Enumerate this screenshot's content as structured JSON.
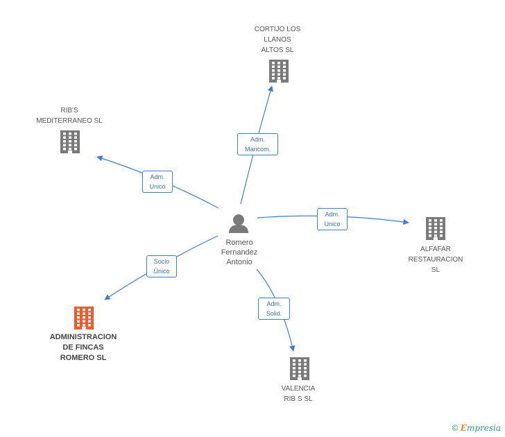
{
  "center": {
    "label": "Romero\nFernandez\nAntonio",
    "icon": "person-icon",
    "color": "#7a7a7a"
  },
  "companies": [
    {
      "id": "cortijo",
      "label": "CORTIJO LOS\nLLANOS\nALTOS SL",
      "icon": "building-icon",
      "color": "#7a7a7a",
      "highlight": false
    },
    {
      "id": "ribs",
      "label": "RIB'S\nMEDITERRANEO SL",
      "icon": "building-icon",
      "color": "#7a7a7a",
      "highlight": false
    },
    {
      "id": "alfafar",
      "label": "ALFAFAR\nRESTAURACION\nSL",
      "icon": "building-icon",
      "color": "#7a7a7a",
      "highlight": false
    },
    {
      "id": "admin",
      "label": "ADMINISTRACION\nDE FINCAS\nROMERO SL",
      "icon": "building-icon",
      "color": "#f05a28",
      "highlight": true
    },
    {
      "id": "valencia",
      "label": "VALENCIA\nRIB S SL",
      "icon": "building-icon",
      "color": "#7a7a7a",
      "highlight": false
    }
  ],
  "edges": [
    {
      "to": "cortijo",
      "label": "Adm.\nMancom."
    },
    {
      "to": "ribs",
      "label": "Adm.\nUnico"
    },
    {
      "to": "alfafar",
      "label": "Adm.\nUnico"
    },
    {
      "to": "admin",
      "label": "Socio\nÚnico"
    },
    {
      "to": "valencia",
      "label": "Adm.\nSolid."
    }
  ],
  "edge_color": "#3b7fd4",
  "footer": {
    "copyright": "©",
    "brand_e": "E",
    "brand_rest": "mpresia"
  }
}
